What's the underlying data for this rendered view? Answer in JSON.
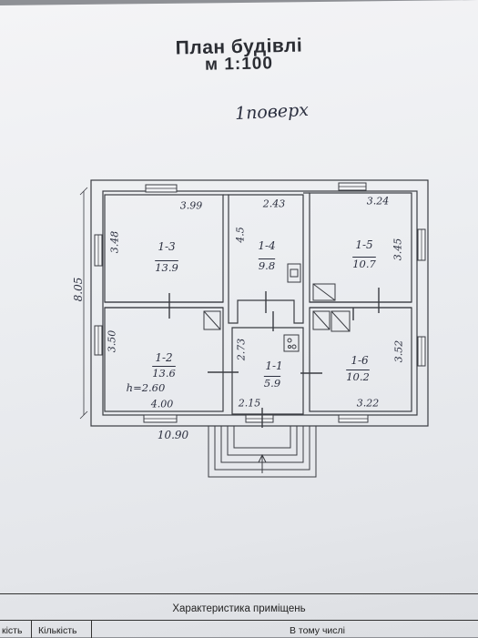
{
  "title": {
    "line1": "План будівлі",
    "line2": "м 1:100"
  },
  "floor_note": "1поверх",
  "dimensions": {
    "total_width": "10.90",
    "total_depth": "8.05",
    "room13_width": "3.99",
    "room13_depth": "3.48",
    "room14_width": "2.43",
    "room14_depth": "4.5",
    "room15_width": "3.24",
    "room15_depth": "3.45",
    "room12_depth": "3.50",
    "room12_width": "4.00",
    "room11_depth": "2.73",
    "room11_width": "2.15",
    "room16_depth": "3.52",
    "room16_width": "3.22"
  },
  "rooms": [
    {
      "id": "1-3",
      "area": "13.9"
    },
    {
      "id": "1-4",
      "area": "9.8"
    },
    {
      "id": "1-5",
      "area": "10.7"
    },
    {
      "id": "1-2",
      "area": "13.6",
      "height_note": "h=2.60"
    },
    {
      "id": "1-1",
      "area": "5.9"
    },
    {
      "id": "1-6",
      "area": "10.2"
    }
  ],
  "table": {
    "caption": "Характеристика приміщень",
    "col_a": "кість",
    "col_b": "Кількість",
    "col_c": "В тому числі"
  }
}
